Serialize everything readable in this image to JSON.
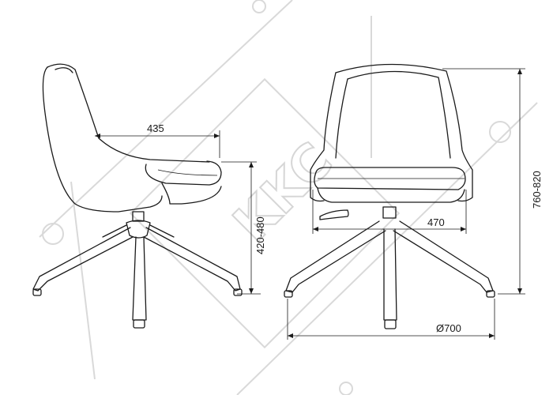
{
  "dimensions": {
    "seat_depth": "435",
    "seat_height": "420-480",
    "seat_width": "470",
    "base_diameter": "Ø700",
    "overall_height": "760-820"
  },
  "watermark": {
    "text": "KKC"
  },
  "colors": {
    "line": "#1a1a1a",
    "watermark": "#d9d9d9",
    "background": "#ffffff"
  }
}
